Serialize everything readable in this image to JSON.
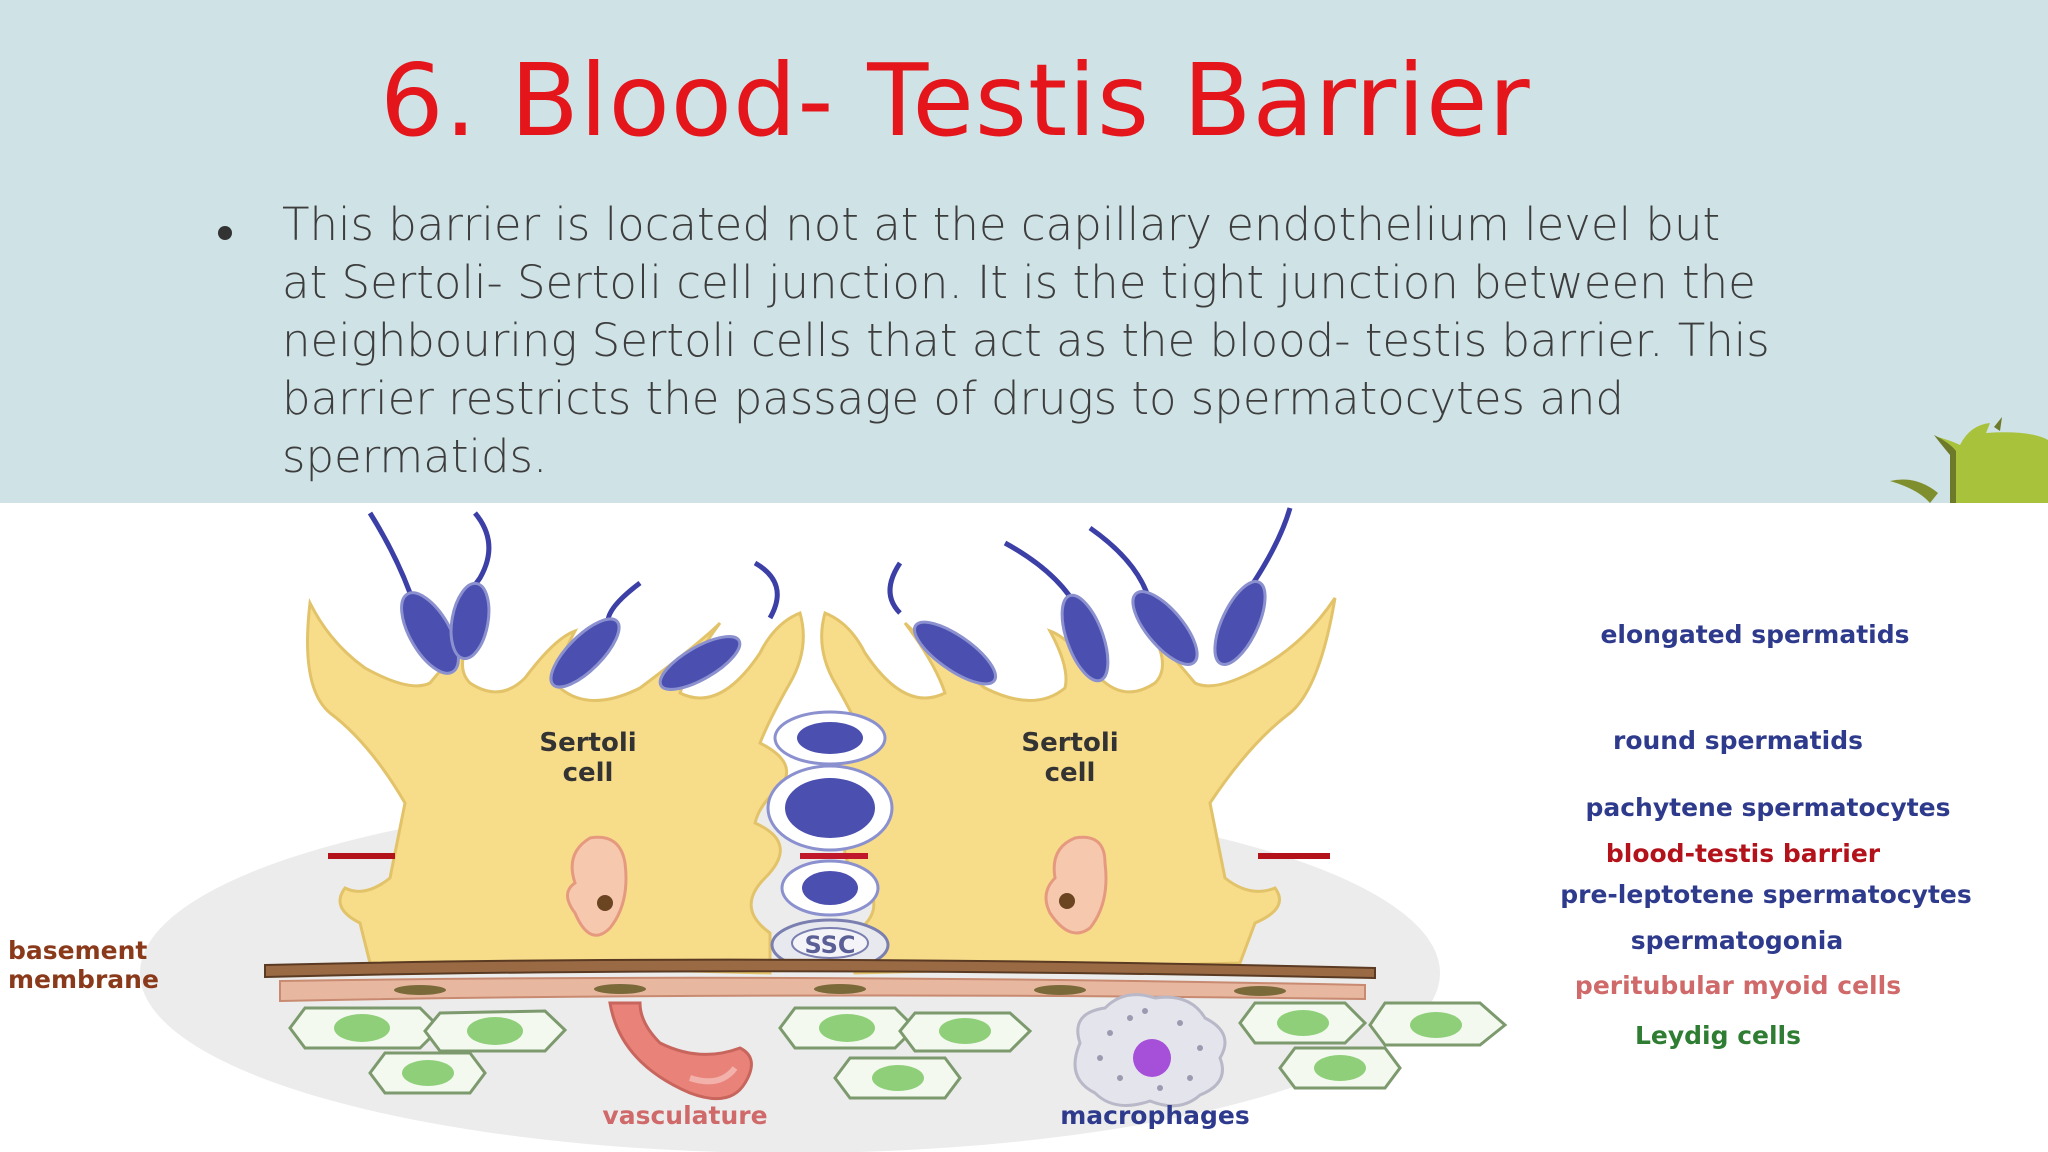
{
  "slide": {
    "title": "6. Blood- Testis Barrier",
    "bullet": "This barrier is located not at the capillary endothelium level but at Sertoli- Sertoli cell junction. It is the tight junction between the neighbouring Sertoli cells that act as the blood- testis barrier. This barrier restricts the passage of drugs to spermatocytes and spermatids."
  },
  "diagram": {
    "sertoli_left": [
      "Sertoli",
      "cell"
    ],
    "sertoli_right": [
      "Sertoli",
      "cell"
    ],
    "ssc": "SSC",
    "basement_membrane": [
      "basement",
      "membrane"
    ],
    "vasculature": "vasculature",
    "macrophages": "macrophages",
    "legend": [
      {
        "text": "elongated spermatids",
        "color": "#2e3a8c"
      },
      {
        "text": "round spermatids",
        "color": "#2e3a8c"
      },
      {
        "text": "pachytene spermatocytes",
        "color": "#2e3a8c"
      },
      {
        "text": "blood-testis barrier",
        "color": "#b3121b"
      },
      {
        "text": "pre-leptotene spermatocytes",
        "color": "#2e3a8c"
      },
      {
        "text": "spermatogonia",
        "color": "#2e3a8c"
      },
      {
        "text": "peritubular myoid cells",
        "color": "#d06a6a"
      },
      {
        "text": "Leydig cells",
        "color": "#2e7d32"
      }
    ]
  },
  "colors": {
    "background_band": "#cfe2e6",
    "title": "#e4161b",
    "body_text": "#3d3d3d",
    "sertoli_fill": "#f7dc8a",
    "sperm_blue": "#4b4fb0",
    "barrier_red": "#b3121b",
    "membrane_brown": "#9a6a45",
    "leydig_green": "#8fcf7a"
  }
}
